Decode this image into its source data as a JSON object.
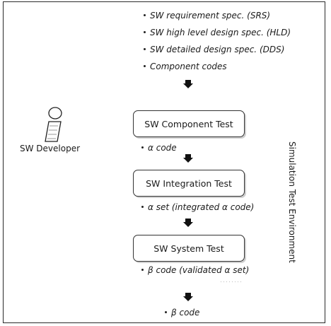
{
  "inputs": [
    "SW requirement spec. (SRS)",
    "SW high level design spec. (HLD)",
    "SW detailed design spec. (DDS)",
    "Component codes"
  ],
  "actor": {
    "label": "SW Developer",
    "icon": "person-icon"
  },
  "stages": [
    {
      "label": "SW Component Test",
      "output": "α code"
    },
    {
      "label": "SW Integration Test",
      "output": "α set (integrated α code)"
    },
    {
      "label": "SW System Test",
      "output": "β code (validated α set)"
    }
  ],
  "final_output": "β code",
  "side_label": "Simulation Test Environment",
  "colors": {
    "line": "#333333",
    "arrow": "#111111",
    "shadow": "#cfcfcf"
  }
}
